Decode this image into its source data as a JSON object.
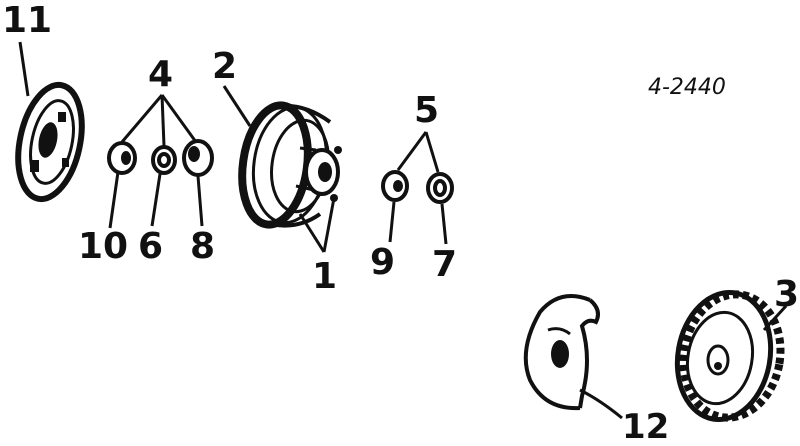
{
  "diagram": {
    "reference_code": "4-2440",
    "callouts": {
      "c1": "1",
      "c2": "2",
      "c3": "3",
      "c4": "4",
      "c5": "5",
      "c6": "6",
      "c7": "7",
      "c8": "8",
      "c9": "9",
      "c10": "10",
      "c11": "11",
      "c12": "12"
    },
    "ink_color": "#111111",
    "paper_color": "#ffffff"
  }
}
